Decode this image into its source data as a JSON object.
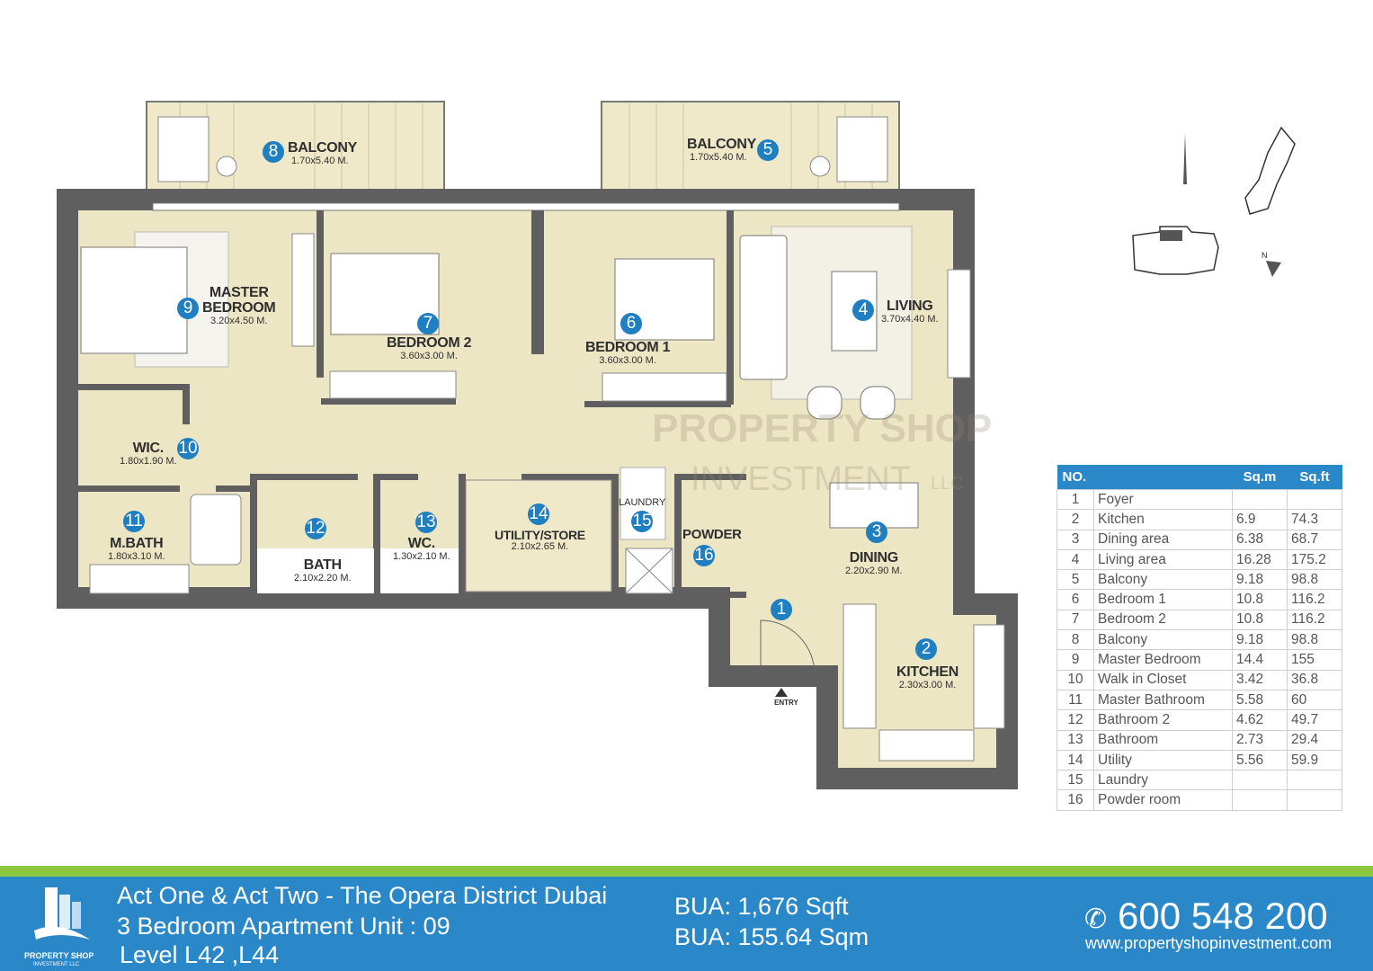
{
  "rooms": [
    {
      "no": "8",
      "name": "BALCONY",
      "dims": "1.70x5.40 M."
    },
    {
      "no": "5",
      "name": "BALCONY",
      "dims": "1.70x5.40 M."
    },
    {
      "no": "9",
      "name": "MASTER",
      "name2": "BEDROOM",
      "dims": "3.20x4.50 M."
    },
    {
      "no": "7",
      "name": "BEDROOM 2",
      "dims": "3.60x3.00 M."
    },
    {
      "no": "6",
      "name": "BEDROOM 1",
      "dims": "3.60x3.00 M."
    },
    {
      "no": "4",
      "name": "LIVING",
      "dims": "3.70x4.40 M."
    },
    {
      "no": "10",
      "name": "WIC.",
      "dims": "1.80x1.90 M."
    },
    {
      "no": "11",
      "name": "M.BATH",
      "dims": "1.80x3.10 M."
    },
    {
      "no": "12",
      "name": "BATH",
      "dims": "2.10x2.20 M."
    },
    {
      "no": "13",
      "name": "WC.",
      "dims": "1.30x2.10 M."
    },
    {
      "no": "14",
      "name": "UTILITY/STORE",
      "dims": "2.10x2.65 M."
    },
    {
      "no": "15",
      "name": "LAUNDRY"
    },
    {
      "no": "16",
      "name": "POWDER"
    },
    {
      "no": "3",
      "name": "DINING",
      "dims": "2.20x2.90 M."
    },
    {
      "no": "1"
    },
    {
      "no": "2",
      "name": "KITCHEN",
      "dims": "2.30x3.00 M."
    }
  ],
  "entry_label": "ENTRY",
  "north_label": "N",
  "watermark": {
    "line1": "PROPERTY SHOP",
    "line2": "INVESTMENT",
    "suffix": "LLC"
  },
  "area_table": {
    "headers": [
      "NO.",
      "Sq.m",
      "Sq.ft"
    ],
    "rows": [
      [
        "1",
        "Foyer",
        "",
        ""
      ],
      [
        "2",
        "Kitchen",
        "6.9",
        "74.3"
      ],
      [
        "3",
        "Dining area",
        "6.38",
        "68.7"
      ],
      [
        "4",
        "Living area",
        "16.28",
        "175.2"
      ],
      [
        "5",
        "Balcony",
        "9.18",
        "98.8"
      ],
      [
        "6",
        "Bedroom 1",
        "10.8",
        "116.2"
      ],
      [
        "7",
        "Bedroom 2",
        "10.8",
        "116.2"
      ],
      [
        "8",
        "Balcony",
        "9.18",
        "98.8"
      ],
      [
        "9",
        "Master Bedroom",
        "14.4",
        "155"
      ],
      [
        "10",
        "Walk in Closet",
        "3.42",
        "36.8"
      ],
      [
        "11",
        "Master Bathroom",
        "5.58",
        "60"
      ],
      [
        "12",
        "Bathroom 2",
        "4.62",
        "49.7"
      ],
      [
        "13",
        "Bathroom",
        "2.73",
        "29.4"
      ],
      [
        "14",
        "Utility",
        "5.56",
        "59.9"
      ],
      [
        "15",
        "Laundry",
        "",
        ""
      ],
      [
        "16",
        "Powder room",
        "",
        ""
      ]
    ]
  },
  "footer": {
    "logo_line1": "PROPERTY SHOP",
    "logo_line2": "INVESTMENT LLC",
    "title": "Act One & Act Two - The Opera District Dubai",
    "unit": "3 Bedroom Apartment Unit : 09",
    "level": "Level  L42 ,L44",
    "bua_sqft": "BUA: 1,676 Sqft",
    "bua_sqm": "BUA: 155.64 Sqm",
    "phone": "600 548 200",
    "website": "www.propertyshopinvestment.com"
  },
  "colors": {
    "floor": "#ede6c4",
    "wall": "#5f5f60",
    "marker": "#1f7fc0",
    "band": "#2a87c8",
    "stripe": "#8dc63f"
  }
}
